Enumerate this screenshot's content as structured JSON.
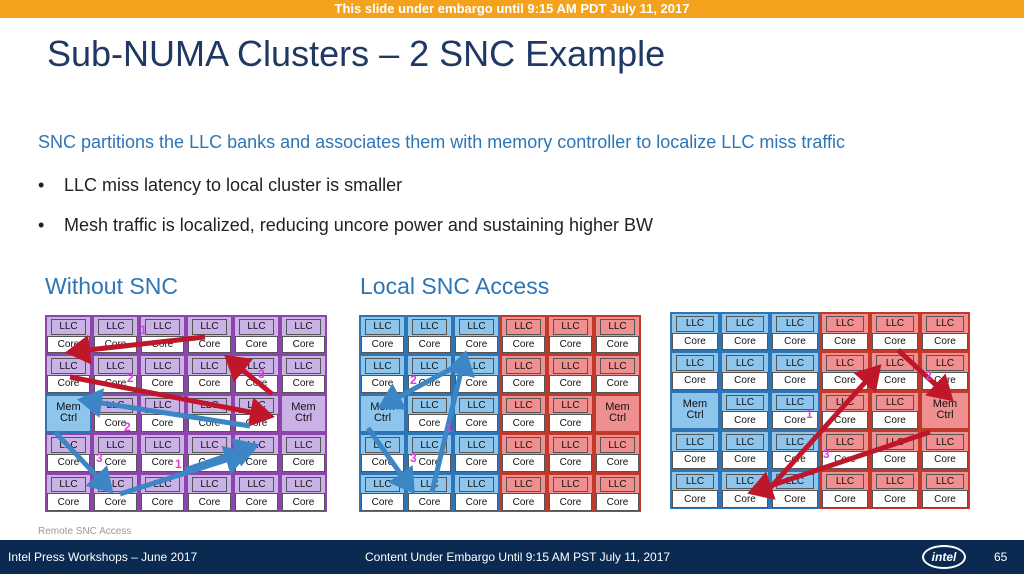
{
  "embargo_banner": "This slide under embargo until 9:15 AM PDT July 11, 2017",
  "title": "Sub-NUMA Clusters – 2 SNC Example",
  "intro": "SNC partitions the LLC banks and associates them with memory controller to localize LLC miss traffic",
  "bullets": [
    "LLC miss latency to local cluster is smaller",
    "Mesh traffic is localized, reducing uncore power and sustaining higher BW"
  ],
  "bullet_symbol": "•",
  "diagrams": {
    "without_snc_title": "Without SNC",
    "local_snc_title": "Local SNC Access",
    "remote_snc_caption": "Remote SNC Access"
  },
  "tile_labels": {
    "llc": "LLC",
    "core": "Core",
    "mem_line1": "Mem",
    "mem_line2": "Ctrl"
  },
  "step_numbers": [
    "1",
    "2",
    "3"
  ],
  "colors": {
    "purple_border": "#8e44ad",
    "purple_fill": "#cbb2e6",
    "blue_border": "#2e75b6",
    "blue_fill": "#8ec5ec",
    "red_border": "#c0392b",
    "red_fill": "#f08f8f",
    "arrow_red": "#c0162a",
    "arrow_blue": "#3d86c6"
  },
  "footer": {
    "left": "Intel Press Workshops – June 2017",
    "center": "Content Under Embargo Until 9:15 AM PST July 11, 2017",
    "logo": "intel",
    "page_number": "65"
  }
}
